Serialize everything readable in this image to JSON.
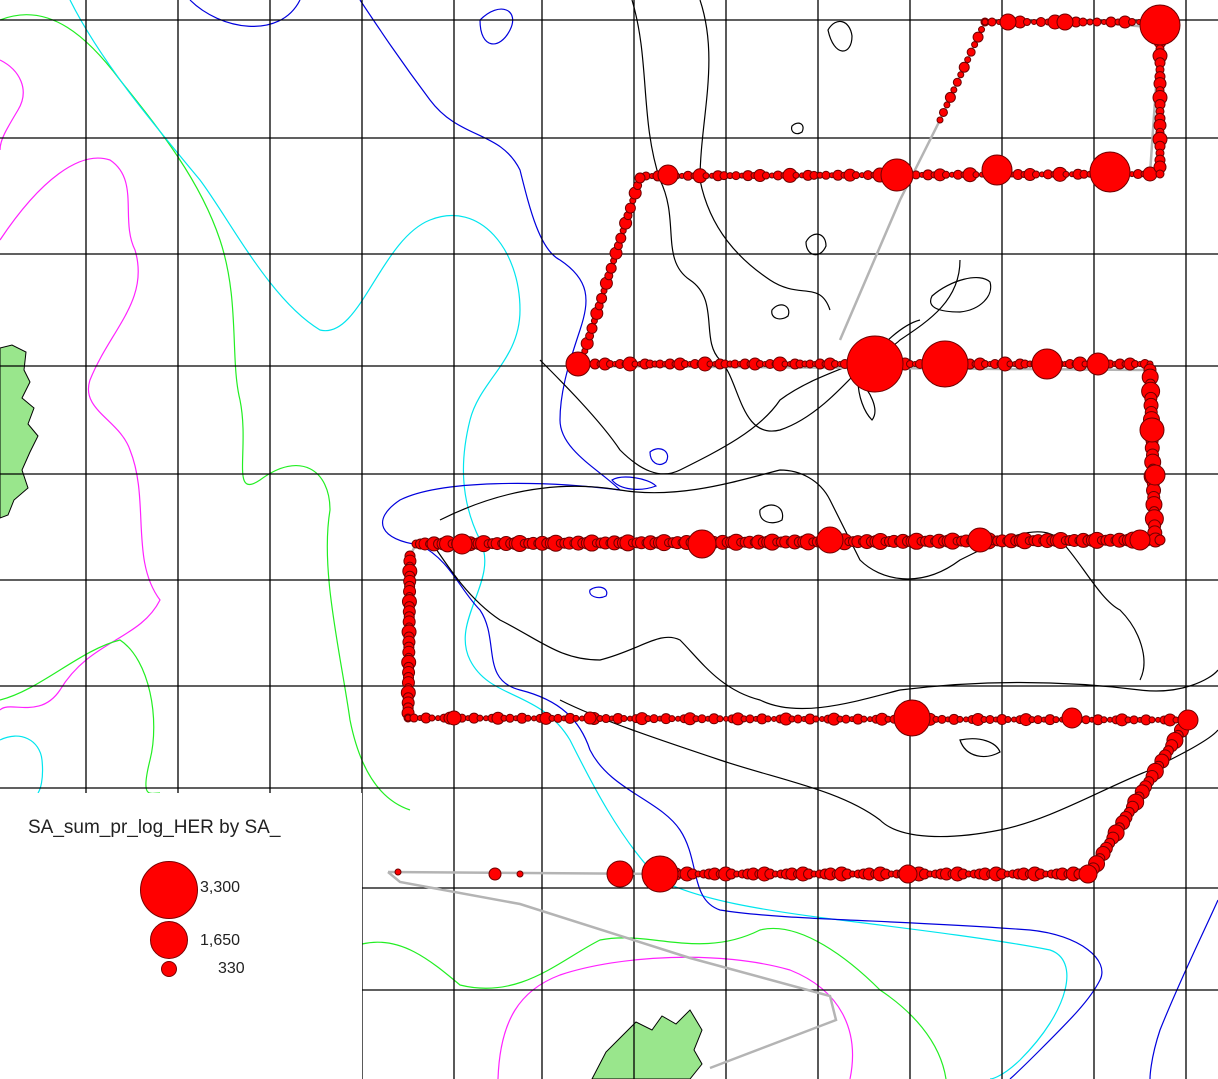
{
  "legend": {
    "title": "SA_sum_pr_log_HER by SA_",
    "classes": [
      {
        "label": "3,300",
        "value": 3300
      },
      {
        "label": "1,650",
        "value": 1650
      },
      {
        "label": "330",
        "value": 330
      }
    ]
  },
  "colors": {
    "symbol_fill": "#ff0000",
    "symbol_outline": "#6e0000",
    "land": "#99e68c",
    "grid": "#000000",
    "track": "#b4b4b4",
    "contour_black": "#000000",
    "contour_blue": "#0000dd",
    "contour_cyan": "#00e5ee",
    "contour_green": "#22ee22",
    "contour_magenta": "#ff22ff"
  },
  "icons": {
    "symbol": "red-circle",
    "land": "island-polygon"
  }
}
